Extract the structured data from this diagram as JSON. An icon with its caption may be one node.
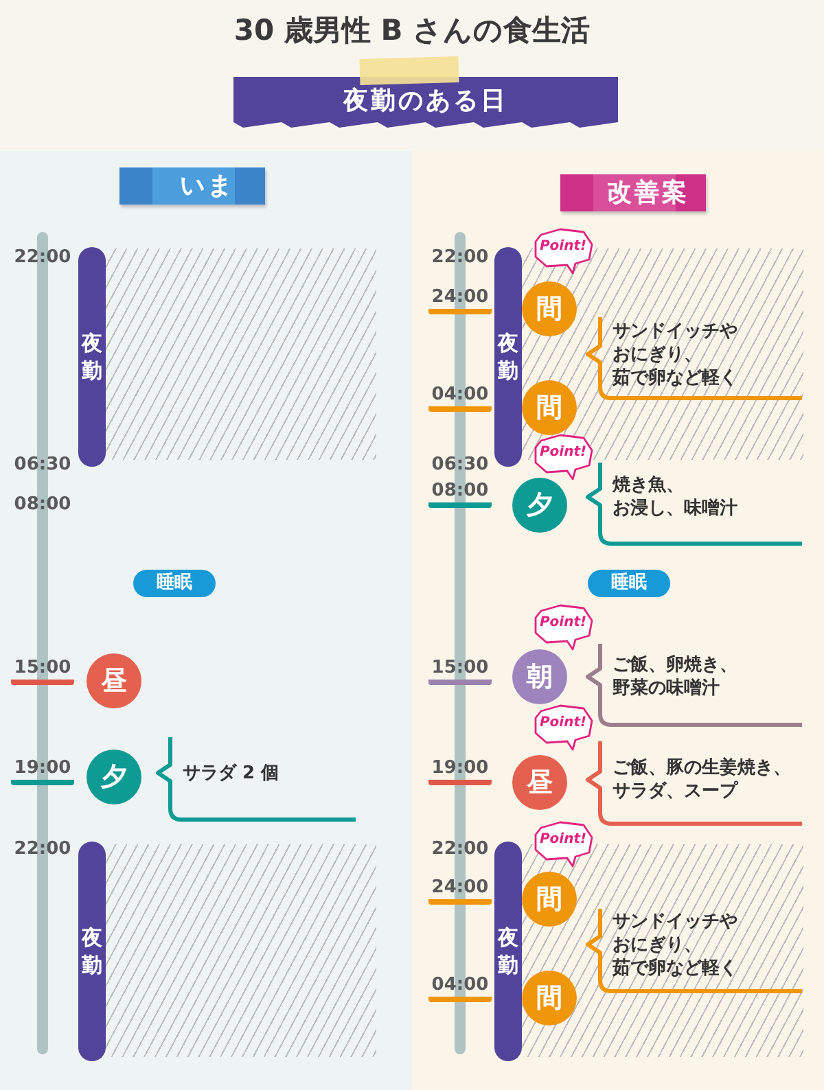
{
  "diagram": {
    "title": "30 歳男性 B さんの食生活",
    "nodes": [
      {
        "text": [
          "夜勤のある日"
        ]
      },
      {
        "text": [
          "いま"
        ]
      },
      {
        "text": [
          "改善案"
        ]
      },
      {
        "text": [
          "夜勤"
        ]
      },
      {
        "text": [],
        "shape": "box"
      },
      {
        "text": [
          "睡眠"
        ]
      },
      {
        "text": [
          "昼"
        ]
      },
      {
        "text": [
          "夕"
        ]
      },
      {
        "text": [
          "サラダ 2 個"
        ]
      },
      {
        "text": [
          "夜勤"
        ]
      },
      {
        "text": [],
        "shape": "box"
      },
      {
        "text": [
          "夜勤"
        ]
      },
      {
        "text": [],
        "shape": "box"
      },
      {
        "text": [
          "Point!"
        ]
      },
      {
        "text": [
          "間"
        ],
        "in": 12
      },
      {
        "text": [
          "間"
        ],
        "in": 12
      },
      {
        "text": [
          "サンドイッチやおにぎり、茹で卵など軽く"
        ],
        "in": 12
      },
      {
        "text": [
          "Point!"
        ]
      },
      {
        "text": [
          "夕"
        ]
      },
      {
        "text": [
          "焼き魚、お浸し、味噌汁"
        ]
      },
      {
        "text": [
          "睡眠"
        ]
      },
      {
        "text": [
          "Point!"
        ]
      },
      {
        "text": [
          "朝"
        ]
      },
      {
        "text": [
          "ご飯、卵焼き、野菜の味噌汁"
        ]
      },
      {
        "text": [
          "Point!"
        ]
      },
      {
        "text": [
          "昼"
        ]
      },
      {
        "text": [
          "ご飯、豚の生姜焼き、サラダ、スープ"
        ]
      },
      {
        "text": [
          "夜勤"
        ]
      },
      {
        "text": [],
        "shape": "box"
      },
      {
        "text": [
          "Point!"
        ]
      },
      {
        "text": [
          "間"
        ],
        "in": 28
      },
      {
        "text": [
          "間"
        ],
        "in": 28
      },
      {
        "text": [
          "サンドイッチやおにぎり、茹で卵など軽く"
        ],
        "in": 28
      }
    ],
    "labels": [
      "22:00",
      "06:30",
      "08:00",
      "15:00",
      "19:00",
      "22:00",
      "22:00",
      "24:00",
      "04:00",
      "06:30",
      "08:00",
      "15:00",
      "19:00",
      "22:00",
      "24:00",
      "04:00"
    ]
  }
}
